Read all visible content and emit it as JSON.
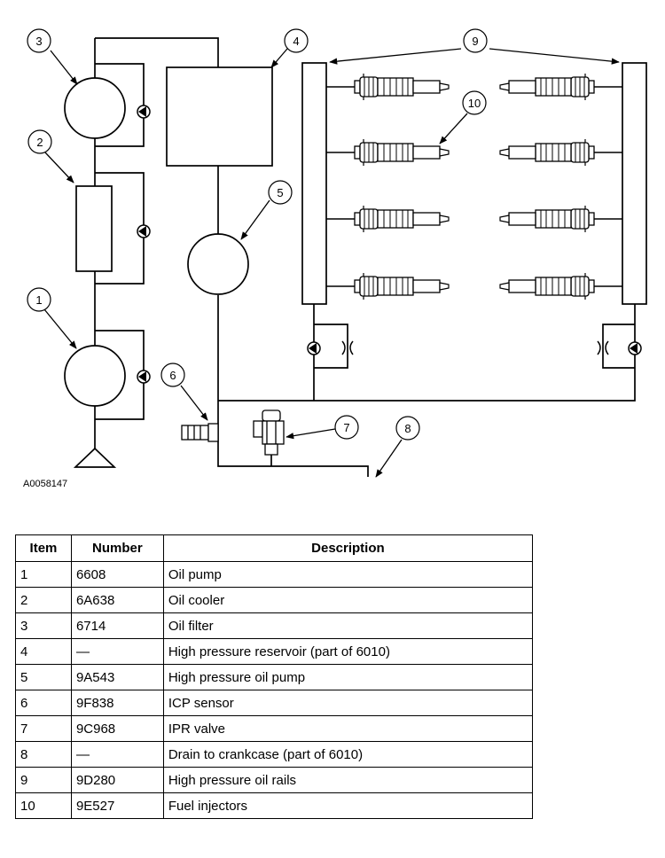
{
  "figure": {
    "id": "A0058147",
    "callouts": [
      "1",
      "2",
      "3",
      "4",
      "5",
      "6",
      "7",
      "8",
      "9",
      "10"
    ]
  },
  "table": {
    "headers": [
      "Item",
      "Number",
      "Description"
    ],
    "rows": [
      [
        "1",
        "6608",
        "Oil pump"
      ],
      [
        "2",
        "6A638",
        "Oil cooler"
      ],
      [
        "3",
        "6714",
        "Oil filter"
      ],
      [
        "4",
        "—",
        "High pressure reservoir (part of 6010)"
      ],
      [
        "5",
        "9A543",
        "High pressure oil pump"
      ],
      [
        "6",
        "9F838",
        "ICP sensor"
      ],
      [
        "7",
        "9C968",
        "IPR valve"
      ],
      [
        "8",
        "—",
        "Drain to crankcase (part of 6010)"
      ],
      [
        "9",
        "9D280",
        "High pressure oil rails"
      ],
      [
        "10",
        "9E527",
        "Fuel injectors"
      ]
    ]
  }
}
